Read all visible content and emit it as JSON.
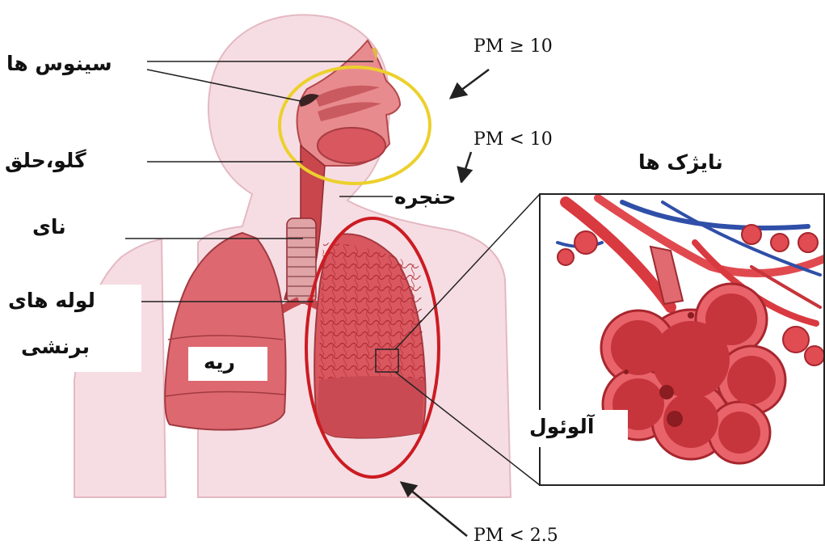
{
  "labels": {
    "sinuses": "سینوس ها",
    "throat": "گلو،حلق",
    "larynx": "حنجره",
    "trachea": "نای",
    "bronchi_line1": "لوله های",
    "bronchi_line2": "برنشی",
    "lung": "ریه",
    "bronchioles": "نایژک ها",
    "alveolus": "آلوئول"
  },
  "particles": {
    "pm_ge_10": "PM ≥ 10",
    "pm_lt_10": "PM < 10",
    "pm_lt_2_5": "PM < 2.5"
  },
  "colors": {
    "skin": "#f6dde3",
    "lung": "#d9575f",
    "airway": "#c9464d",
    "vein": "#2f4fa8",
    "nasal_highlight": "#ecd02c",
    "lung_highlight": "#cc1b22"
  }
}
